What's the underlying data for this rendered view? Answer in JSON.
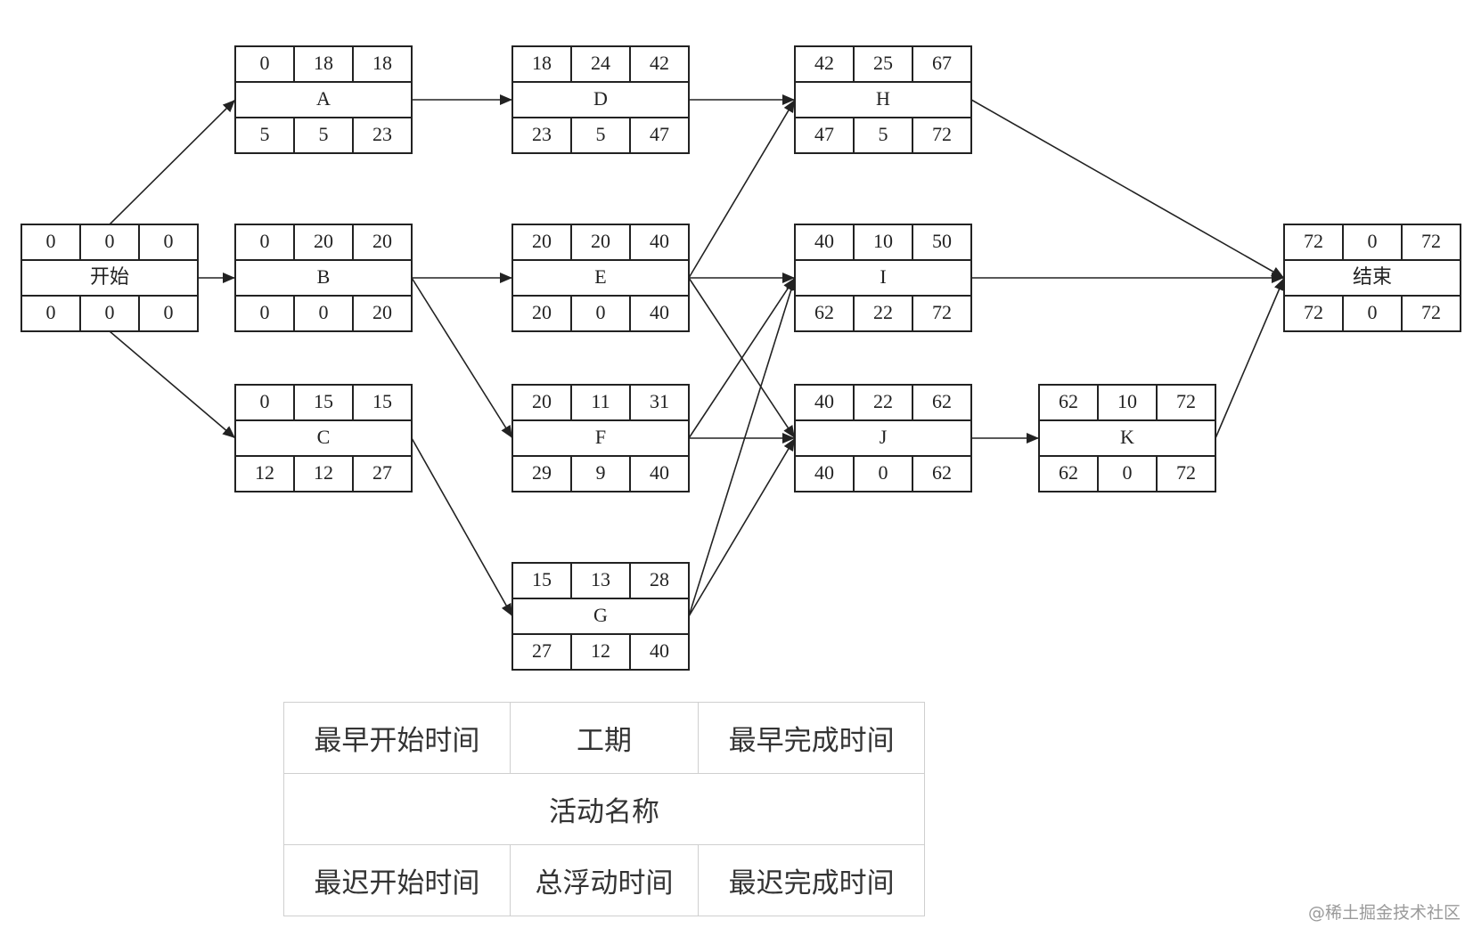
{
  "nodes": [
    {
      "id": "start",
      "name": "开始",
      "es": "0",
      "dur": "0",
      "ef": "0",
      "ls": "0",
      "tf": "0",
      "lf": "0"
    },
    {
      "id": "A",
      "name": "A",
      "es": "0",
      "dur": "18",
      "ef": "18",
      "ls": "5",
      "tf": "5",
      "lf": "23"
    },
    {
      "id": "B",
      "name": "B",
      "es": "0",
      "dur": "20",
      "ef": "20",
      "ls": "0",
      "tf": "0",
      "lf": "20"
    },
    {
      "id": "C",
      "name": "C",
      "es": "0",
      "dur": "15",
      "ef": "15",
      "ls": "12",
      "tf": "12",
      "lf": "27"
    },
    {
      "id": "D",
      "name": "D",
      "es": "18",
      "dur": "24",
      "ef": "42",
      "ls": "23",
      "tf": "5",
      "lf": "47"
    },
    {
      "id": "E",
      "name": "E",
      "es": "20",
      "dur": "20",
      "ef": "40",
      "ls": "20",
      "tf": "0",
      "lf": "40"
    },
    {
      "id": "F",
      "name": "F",
      "es": "20",
      "dur": "11",
      "ef": "31",
      "ls": "29",
      "tf": "9",
      "lf": "40"
    },
    {
      "id": "G",
      "name": "G",
      "es": "15",
      "dur": "13",
      "ef": "28",
      "ls": "27",
      "tf": "12",
      "lf": "40"
    },
    {
      "id": "H",
      "name": "H",
      "es": "42",
      "dur": "25",
      "ef": "67",
      "ls": "47",
      "tf": "5",
      "lf": "72"
    },
    {
      "id": "I",
      "name": "I",
      "es": "40",
      "dur": "10",
      "ef": "50",
      "ls": "62",
      "tf": "22",
      "lf": "72"
    },
    {
      "id": "J",
      "name": "J",
      "es": "40",
      "dur": "22",
      "ef": "62",
      "ls": "40",
      "tf": "0",
      "lf": "62"
    },
    {
      "id": "K",
      "name": "K",
      "es": "62",
      "dur": "10",
      "ef": "72",
      "ls": "62",
      "tf": "0",
      "lf": "72"
    },
    {
      "id": "end",
      "name": "结束",
      "es": "72",
      "dur": "0",
      "ef": "72",
      "ls": "72",
      "tf": "0",
      "lf": "72"
    }
  ],
  "edges": [
    {
      "from": "start",
      "to": "A"
    },
    {
      "from": "start",
      "to": "B"
    },
    {
      "from": "start",
      "to": "C"
    },
    {
      "from": "A",
      "to": "D"
    },
    {
      "from": "B",
      "to": "E"
    },
    {
      "from": "B",
      "to": "F"
    },
    {
      "from": "C",
      "to": "G"
    },
    {
      "from": "D",
      "to": "H"
    },
    {
      "from": "E",
      "to": "H"
    },
    {
      "from": "E",
      "to": "I"
    },
    {
      "from": "E",
      "to": "J"
    },
    {
      "from": "F",
      "to": "I"
    },
    {
      "from": "F",
      "to": "J"
    },
    {
      "from": "G",
      "to": "I"
    },
    {
      "from": "G",
      "to": "J"
    },
    {
      "from": "H",
      "to": "end"
    },
    {
      "from": "I",
      "to": "end"
    },
    {
      "from": "J",
      "to": "K"
    },
    {
      "from": "K",
      "to": "end"
    }
  ],
  "legend": {
    "early_start": "最早开始时间",
    "duration": "工期",
    "early_finish": "最早完成时间",
    "activity_name": "活动名称",
    "late_start": "最迟开始时间",
    "total_float": "总浮动时间",
    "late_finish": "最迟完成时间"
  },
  "watermark": "@稀土掘金技术社区",
  "colors": {
    "line": "#222222",
    "legend_border": "#cfcfcf",
    "watermark": "#9a9a9a"
  }
}
